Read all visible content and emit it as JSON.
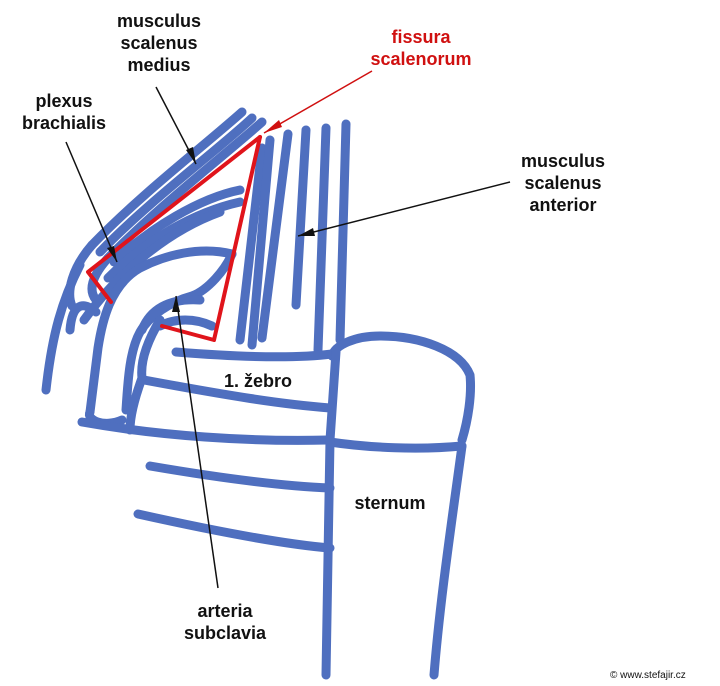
{
  "colors": {
    "structure": "#4f6fbf",
    "triangle": "#e0141b",
    "label": "#111111",
    "label_highlight": "#d01010",
    "pointer": "#111111"
  },
  "labels": {
    "scalenus_medius": [
      "musculus",
      "scalenus",
      "medius"
    ],
    "fissura": [
      "fissura",
      "scalenorum"
    ],
    "plexus": [
      "plexus",
      "brachialis"
    ],
    "scalenus_anterior": [
      "musculus",
      "scalenus",
      "anterior"
    ],
    "rib1": "1. žebro",
    "sternum": "sternum",
    "arteria": [
      "arteria",
      "subclavia"
    ]
  },
  "copyright": "© www.stefajir.cz"
}
